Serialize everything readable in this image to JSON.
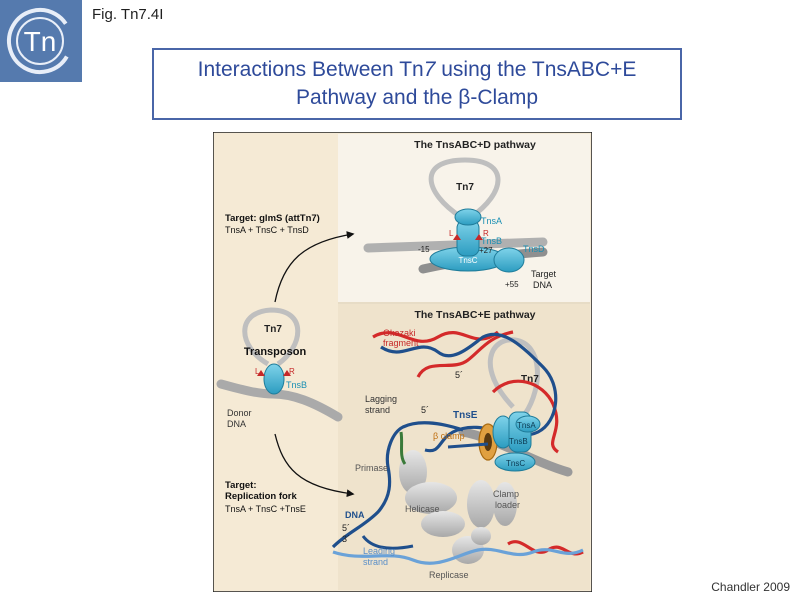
{
  "logo": {
    "text": "Tn",
    "colors": {
      "bg": "#4a6fa5",
      "ring": "#e8eef8"
    }
  },
  "fig_label": "Fig. Tn7.4I",
  "title": {
    "part1": "Interactions Between Tn",
    "italic": "7",
    "part2": " using the TnsABC+E",
    "line2": "Pathway and the β-Clamp"
  },
  "figure": {
    "abcd": {
      "header": "The TnsABC+D pathway",
      "tn7": "Tn7",
      "tnsA": "TnsA",
      "tnsB": "TnsB",
      "tnsC": "TnsC",
      "tnsD": "TnsD",
      "L": "L",
      "R": "R",
      "m15": "-15",
      "p27": "+27",
      "p55": "+55",
      "target1": "Target",
      "target2": "DNA"
    },
    "left": {
      "targetA_title": "Target: glmS (attTn7)",
      "targetA_sub": "TnsA + TnsC + TnsD",
      "tn7": "Tn7",
      "transposon": "Transposon",
      "L": "L",
      "R": "R",
      "tnsB": "TnsB",
      "donor1": "Donor",
      "donor2": "DNA",
      "targetB_title1": "Target:",
      "targetB_title2": "Replication fork",
      "targetB_sub": "TnsA + TnsC +TnsE"
    },
    "abce": {
      "header": "The TnsABC+E pathway",
      "okazaki1": "Okazaki",
      "okazaki2": "fragment",
      "five1": "5´",
      "tn7": "Tn7",
      "lagging1": "Lagging",
      "lagging2": "strand",
      "five2": "5´",
      "tnsE": "TnsE",
      "bclamp": "β clamp",
      "tnsA": "TnsA",
      "tnsB": "TnsB",
      "tnsC": "TnsC",
      "primase": "Primase",
      "clamp1": "Clamp",
      "clamp2": "loader",
      "dna": "DNA",
      "helicase": "Helicase",
      "five3": "5´",
      "three": "3´",
      "leading1": "Leading",
      "leading2": "strand",
      "replicase": "Replicase"
    },
    "colors": {
      "protein": "#4ab8d6",
      "red_strand": "#d42a2a",
      "blue_strand": "#1f4f8c",
      "clamp": "#e0a040",
      "grey": "#b8b8b8"
    }
  },
  "credit": "Chandler 2009"
}
